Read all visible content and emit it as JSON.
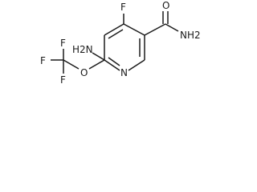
{
  "molecule": {
    "atoms": {
      "amino": "H2N",
      "fluoro_ring": "F",
      "carbonyl_oxygen": "O",
      "amide_nitrogen": "NH2",
      "ring_nitrogen": "N",
      "ether_oxygen": "O",
      "cf3_fluorine_top": "F",
      "cf3_fluorine_left": "F",
      "cf3_fluorine_bottom": "F"
    },
    "colors": {
      "ink": "#1a1a1a",
      "background": "#ffffff"
    }
  }
}
